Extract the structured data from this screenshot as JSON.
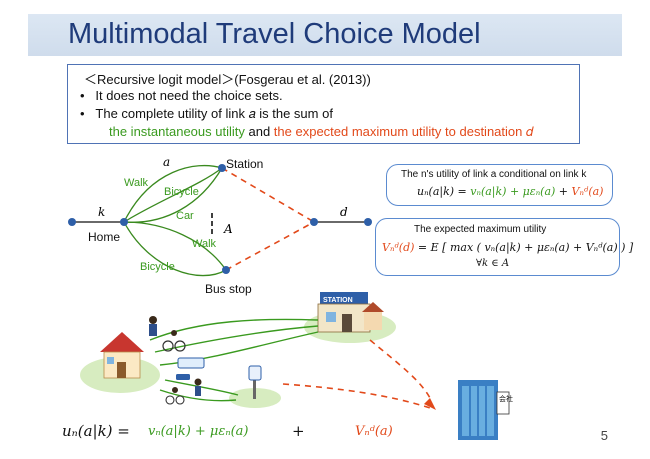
{
  "title": "Multimodal Travel Choice Model",
  "intro": {
    "heading": "＜Recursive logit model＞(Fosgerau et al. (2013))",
    "bullet1": "It does not need the choice sets.",
    "bullet2": "The complete utility of link 𝑎 is the sum of",
    "line3_green": "the instantaneous utility",
    "line3_and": " and ",
    "line3_red": "the expected maximum utility to destination 𝑑"
  },
  "network": {
    "node_a": "a",
    "station": "Station",
    "k": "k",
    "home": "Home",
    "d": "d",
    "A": "A",
    "bus_stop": "Bus stop",
    "walk_top": "Walk",
    "bicycle_top": "Bicycle",
    "car": "Car",
    "walk_mid": "Walk",
    "bicycle_bottom": "Bicycle"
  },
  "utility_box": {
    "caption": "The n's utility of link a conditional on link k",
    "lhs": "uₙ(a|k) = ",
    "term1": "vₙ(a|k) + μεₙ(a)",
    "plus": " + ",
    "term2": "Vₙᵈ(a)"
  },
  "expected_box": {
    "caption": "The expected maximum utility",
    "lhs": "Vₙᵈ(d)",
    "rhs": " = E [ max ( vₙ(a|k) + μεₙ(a) + Vₙᵈ(a) ) ]",
    "sub": "∀k ∈ A"
  },
  "illustration": {
    "station_sign": "STATION",
    "company_sign": "会社"
  },
  "bottom": {
    "lhs": "uₙ(a|k) = ",
    "term1": "vₙ(a|k) + μεₙ(a)",
    "plus": "+",
    "term2": "Vₙᵈ(a)"
  },
  "page_number": "5",
  "colors": {
    "green": "#3a9a1f",
    "red": "#e2491a",
    "node_blue": "#2e5fa8",
    "title_blue": "#1f3b7a"
  }
}
